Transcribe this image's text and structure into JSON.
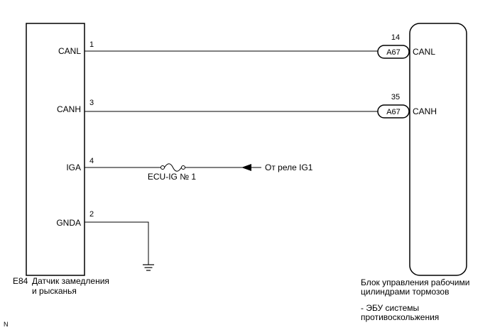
{
  "left_component": {
    "code": "E84",
    "name_line1": "Датчик замедления",
    "name_line2": "и рысканья"
  },
  "right_component": {
    "name_line1": "Блок управления рабочими",
    "name_line2": "цилиндрами тормозов",
    "note_line1": "- ЭБУ системы",
    "note_line2": "противоскольжения"
  },
  "left_pins": [
    {
      "label": "CANL",
      "number": "1"
    },
    {
      "label": "CANH",
      "number": "3"
    },
    {
      "label": "IGA",
      "number": "4"
    },
    {
      "label": "GNDA",
      "number": "2"
    }
  ],
  "right_pins": [
    {
      "label": "CANL",
      "number": "14",
      "connector": "A67"
    },
    {
      "label": "CANH",
      "number": "35",
      "connector": "A67"
    }
  ],
  "fuse": {
    "label": "ECU-IG № 1"
  },
  "source": {
    "label": "От реле IG1"
  },
  "footer_mark": "N"
}
